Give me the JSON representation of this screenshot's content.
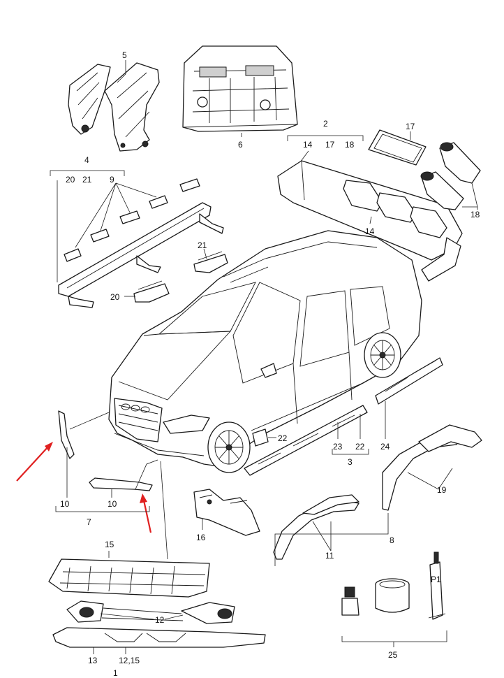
{
  "labels": {
    "l5": "5",
    "l6": "6",
    "l2": "2",
    "l14a": "14",
    "l17a": "17",
    "l18a": "18",
    "l17b": "17",
    "l18b": "18",
    "l14b": "14",
    "l4": "4",
    "l20a": "20",
    "l21a": "21",
    "l9": "9",
    "l21b": "21",
    "l20b": "20",
    "l22": "22",
    "l23": "23",
    "l22b": "22",
    "l24": "24",
    "l3": "3",
    "l10a": "10",
    "l10b": "10",
    "l7": "7",
    "l16": "16",
    "l19": "19",
    "l11": "11",
    "l8": "8",
    "l15": "15",
    "l12": "12",
    "l13": "13",
    "l1215": "12,15",
    "l1": "1",
    "l25": "25",
    "lP1": "P1"
  },
  "colors": {
    "line": "#1a1a1a",
    "arrow": "#e02020",
    "background": "#ffffff"
  }
}
